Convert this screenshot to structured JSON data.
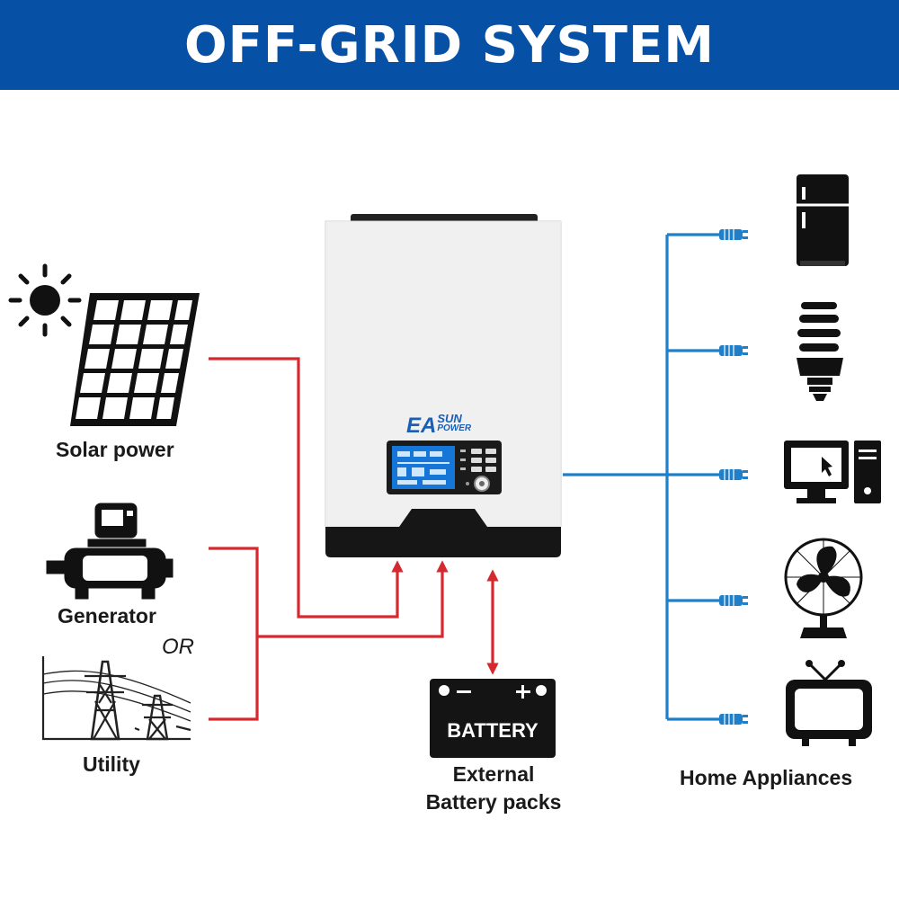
{
  "title": "OFF-GRID SYSTEM",
  "inputs": {
    "solar_label": "Solar power",
    "generator_label": "Generator",
    "or_label": "OR",
    "utility_label": "Utility"
  },
  "inverter": {
    "brand_main": "EA",
    "brand_sun": "SUN",
    "brand_power": "POWER"
  },
  "battery": {
    "device_text": "BATTERY",
    "caption_line1": "External",
    "caption_line2": "Battery packs"
  },
  "outputs": {
    "label": "Home Appliances",
    "appliance_icons": [
      "refrigerator-icon",
      "cfl-bulb-icon",
      "computer-icon",
      "fan-icon",
      "tv-icon"
    ]
  },
  "colors": {
    "banner": "#0651a6",
    "input_lines": "#d42a2f",
    "output_lines": "#1f7fc8"
  }
}
